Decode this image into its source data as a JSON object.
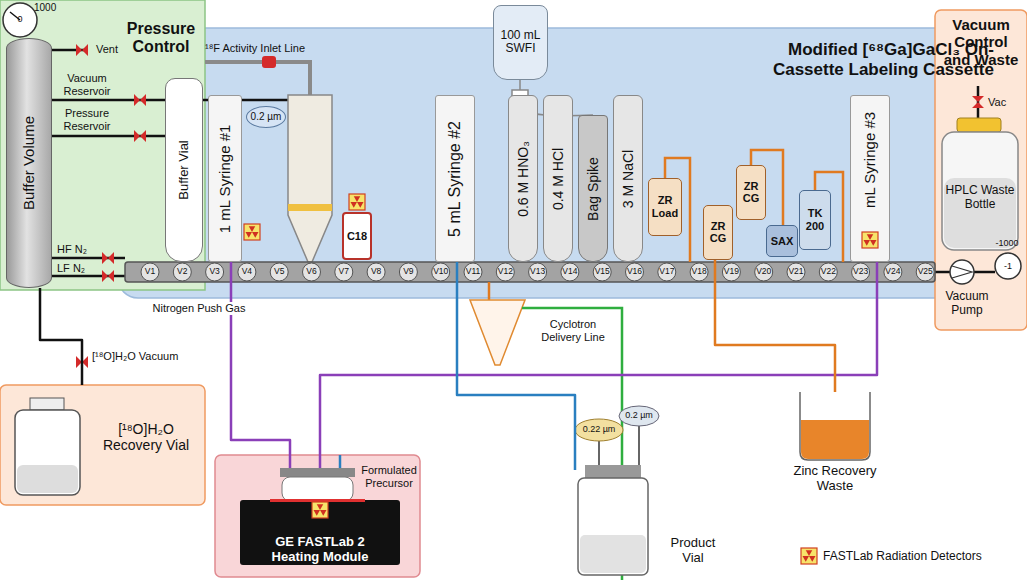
{
  "diagram": {
    "nodes": [
      {
        "text": [
          "Pressure Control"
        ]
      },
      {
        "text": [
          "Buffer Volume"
        ],
        "in": 0
      },
      {
        "text": [
          "Modified [⁶⁸Ga]GaCl₃ On-Cassette Labeling Cassette"
        ]
      },
      {
        "text": [
          "Vacuum Control and Waste"
        ]
      },
      {
        "text": [
          "HPLC Waste Bottle"
        ],
        "in": 3
      },
      {
        "text": [
          "[¹⁸O]H₂O Recovery Vial"
        ]
      },
      {
        "text": [
          "GE FASTLab 2 Heating Module"
        ]
      },
      {
        "text": [
          "Formulated Precursor"
        ],
        "in": 6
      },
      {
        "text": [
          "100 mL SWFI"
        ],
        "in": 2
      },
      {
        "text": [
          "Buffer Vial"
        ],
        "in": 2
      },
      {
        "text": [
          "1 mL Syringe #1"
        ],
        "in": 2
      },
      {
        "text": [
          "0.2 µm"
        ],
        "in": 2
      },
      {
        "text": [
          "C18"
        ],
        "in": 2
      },
      {
        "text": [
          "5 mL Syringe #2"
        ],
        "in": 2
      },
      {
        "text": [
          "0.6 M HNO₃"
        ],
        "in": 2
      },
      {
        "text": [
          "0.4 M HCl"
        ],
        "in": 2
      },
      {
        "text": [
          "Bag Spike"
        ],
        "in": 2
      },
      {
        "text": [
          "3 M NaCl"
        ],
        "in": 2
      },
      {
        "text": [
          "ZR Load"
        ],
        "in": 2
      },
      {
        "text": [
          "ZR CG"
        ],
        "in": 2
      },
      {
        "text": [
          "ZR CG"
        ],
        "in": 2
      },
      {
        "text": [
          "SAX"
        ],
        "in": 2
      },
      {
        "text": [
          "TK 200"
        ],
        "in": 2
      },
      {
        "text": [
          "mL Syringe #3"
        ],
        "in": 2
      },
      {
        "text": [
          "Product Vial"
        ]
      },
      {
        "text": [
          "Zinc Recovery Waste"
        ]
      },
      {
        "text": [
          "Vacuum Pump"
        ],
        "in": 3
      }
    ],
    "edges": [
      {
        "from": 1,
        "to": 5,
        "arrow": "none"
      },
      {
        "from": 6,
        "to": 10,
        "arrow": "none"
      },
      {
        "from": 6,
        "to": 23,
        "arrow": "none"
      },
      {
        "from": 19,
        "to": 25,
        "arrow": "none"
      },
      {
        "from": 13,
        "to": 24,
        "arrow": "none"
      }
    ],
    "labels": [
      "0",
      "1000",
      "Vent",
      "Vacuum Reservoir",
      "Pressure Reservoir",
      "¹⁸F Activity Inlet Line",
      "HF N₂",
      "LF N₂",
      "Nitrogen Push Gas",
      "[¹⁸O]H₂O Vacuum",
      "Vac",
      "-1000",
      "-1",
      "Cyclotron Delivery Line",
      "0.22 µm",
      "0.2 µm",
      "V1",
      "V2",
      "V3",
      "V4",
      "V5",
      "V6",
      "V7",
      "V8",
      "V9",
      "V10",
      "V11",
      "V12",
      "V13",
      "V14",
      "V15",
      "V16",
      "V17",
      "V18",
      "V19",
      "V20",
      "V21",
      "V22",
      "V23",
      "V24",
      "V25"
    ],
    "legend": [
      {
        "text": "FASTLab Radiation Detectors"
      }
    ]
  }
}
